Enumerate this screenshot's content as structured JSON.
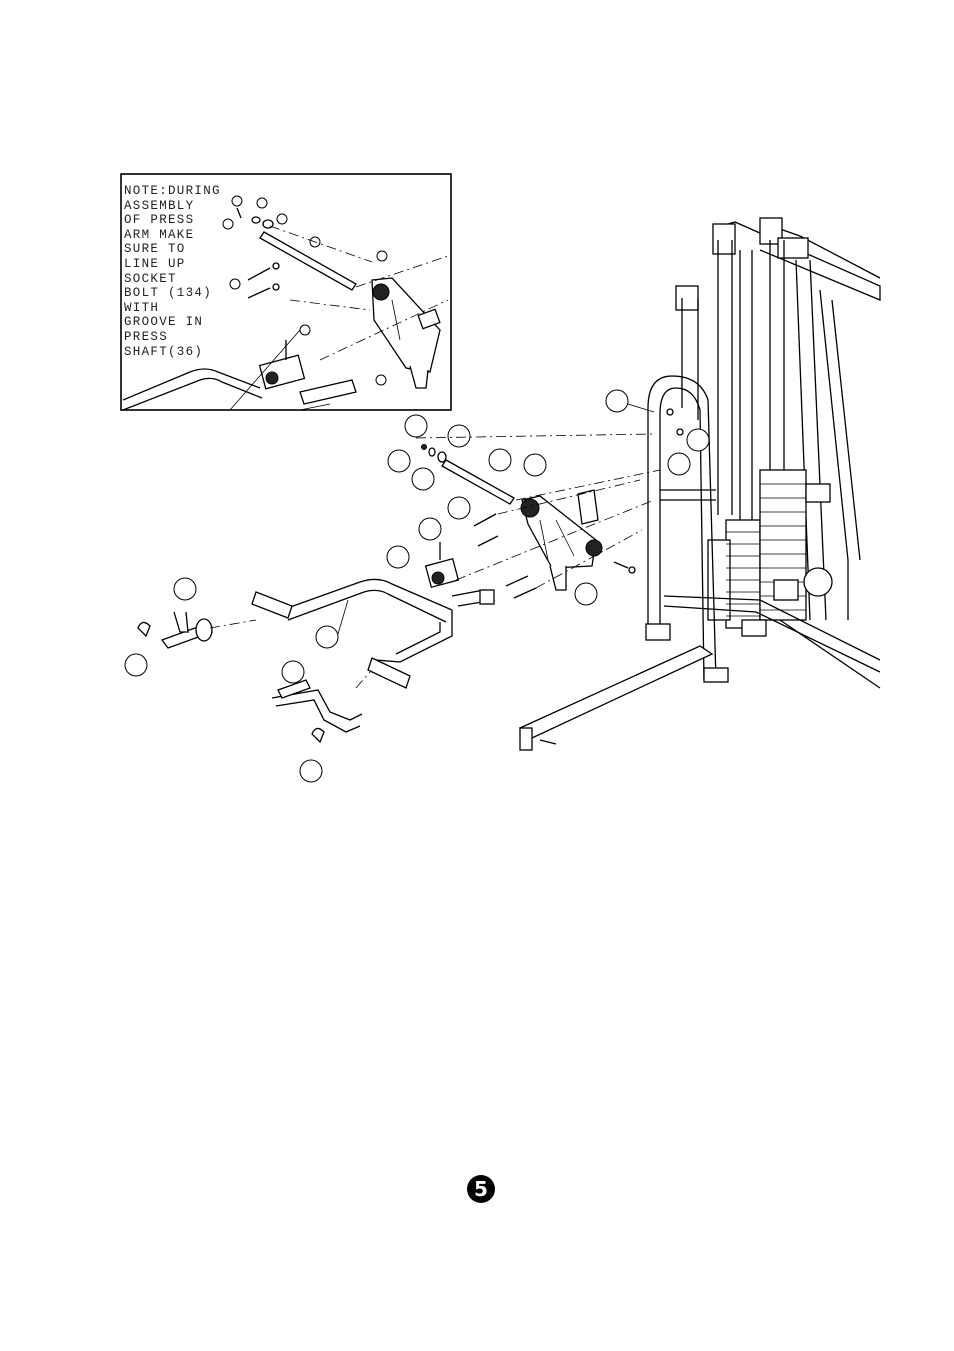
{
  "inset": {
    "note_lines": [
      "NOTE:DURING",
      "ASSEMBLY",
      "OF PRESS",
      "ARM MAKE",
      "SURE TO",
      "LINE UP",
      "SOCKET",
      "BOLT (134)",
      "WITH",
      "GROOVE IN",
      "PRESS",
      "SHAFT(36)"
    ]
  },
  "page": {
    "number": "5"
  }
}
